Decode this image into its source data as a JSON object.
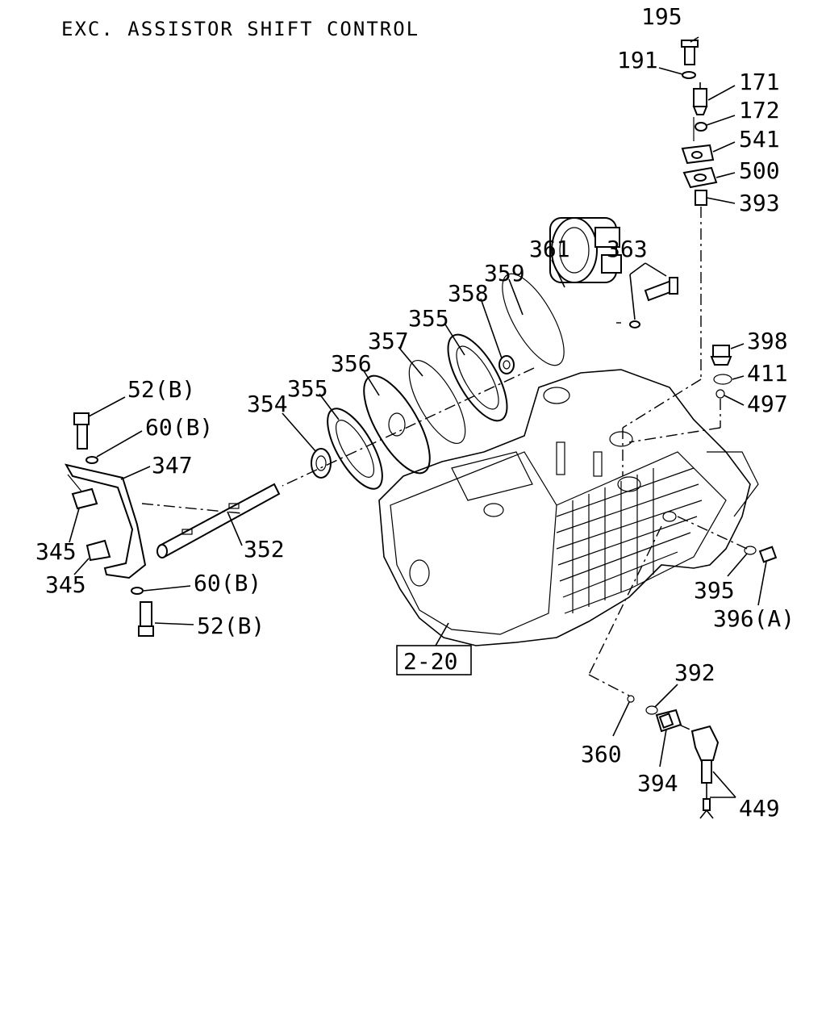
{
  "title": "EXC. ASSISTOR SHIFT CONTROL",
  "ref_box": "2-20",
  "labels": {
    "p195": "195",
    "p191": "191",
    "p171": "171",
    "p172": "172",
    "p541": "541",
    "p500": "500",
    "p393": "393",
    "p361": "361",
    "p363": "363",
    "p359": "359",
    "p358": "358",
    "p355a": "355",
    "p357": "357",
    "p356": "356",
    "p355b": "355",
    "p354": "354",
    "p52b_top": "52(B)",
    "p60b_top": "60(B)",
    "p347": "347",
    "p345a": "345",
    "p352": "352",
    "p345b": "345",
    "p60b_bot": "60(B)",
    "p52b_bot": "52(B)",
    "p398": "398",
    "p411": "411",
    "p497": "497",
    "p395": "395",
    "p396a": "396(A)",
    "p392": "392",
    "p360": "360",
    "p394": "394",
    "p449": "449"
  }
}
